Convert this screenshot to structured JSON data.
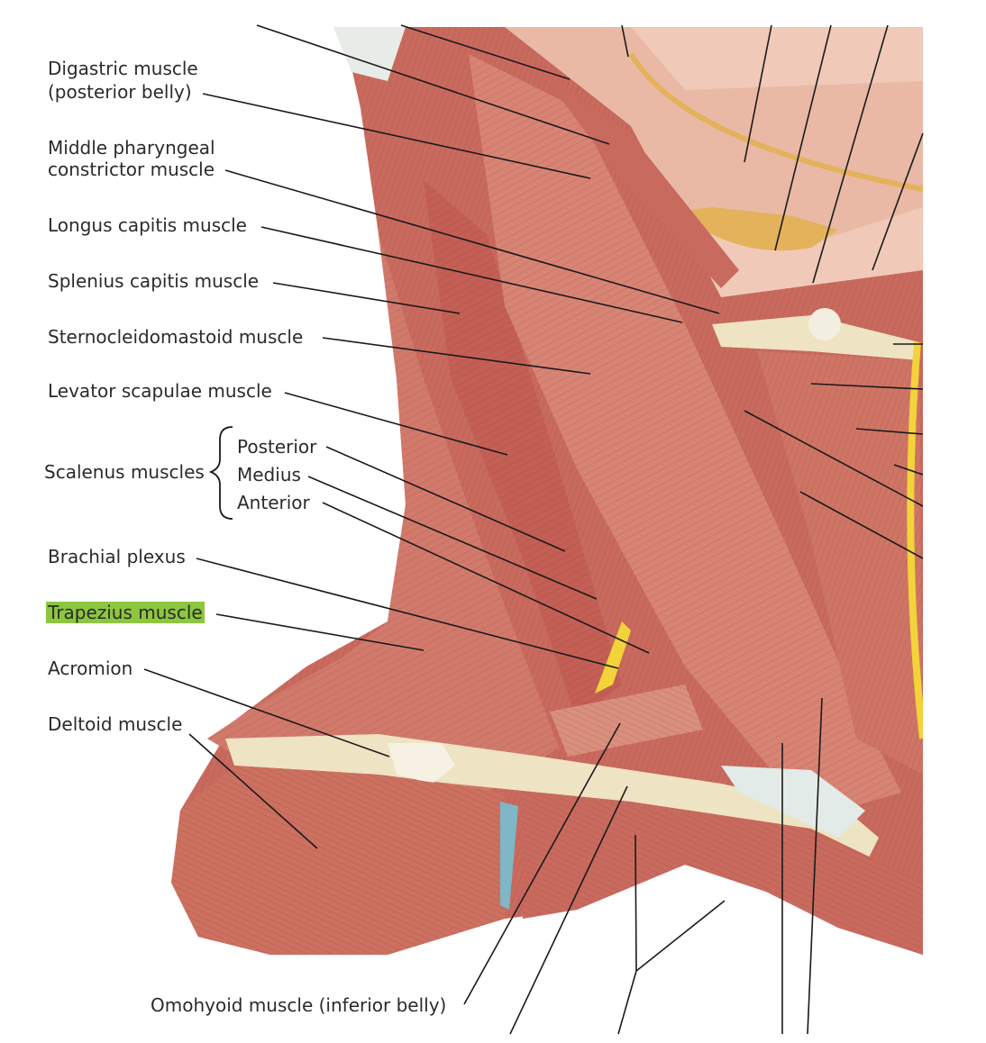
{
  "labels": {
    "digastric_line1": "Digastric muscle",
    "digastric_line2": "(posterior belly)",
    "middle_pharyngeal_line1": "Middle pharyngeal",
    "middle_pharyngeal_line2": "constrictor muscle",
    "longus_capitis": "Longus capitis muscle",
    "splenius_capitis": "Splenius capitis muscle",
    "sternocleidomastoid": "Sternocleidomastoid muscle",
    "levator_scapulae": "Levator scapulae muscle",
    "scalenus_group": "Scalenus muscles",
    "scalenus_posterior": "Posterior",
    "scalenus_medius": "Medius",
    "scalenus_anterior": "Anterior",
    "brachial_plexus": "Brachial plexus",
    "trapezius": "Trapezius muscle",
    "acromion": "Acromion",
    "deltoid": "Deltoid muscle",
    "omohyoid": "Omohyoid muscle (inferior belly)"
  },
  "highlight": {
    "label": "Trapezius muscle",
    "color": "#8dc63f"
  },
  "colors": {
    "muscle": "#c96a5e",
    "muscle_light": "#e3a291",
    "muscle_dark": "#9e3f36",
    "bone": "#eee3c3",
    "fat": "#e3b25a",
    "nerve": "#f2d33a",
    "leader_line": "#1a1a1a"
  }
}
